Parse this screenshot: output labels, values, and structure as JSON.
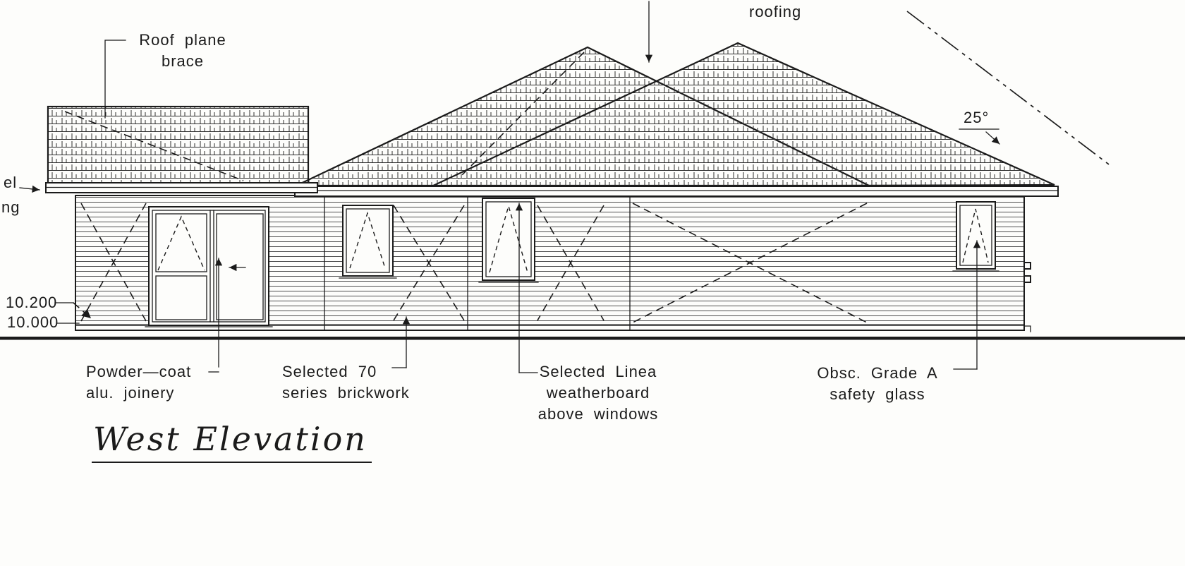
{
  "drawing": {
    "title": "West Elevation",
    "annotations": {
      "roof_plane_brace": "Roof plane\nbrace",
      "roofing": "roofing",
      "roof_pitch": "25°",
      "left_edge_fragment_top": "el",
      "left_edge_fragment_bottom": "ng",
      "level_upper": "10.200",
      "level_lower": "10.000",
      "joinery": "Powder—coat\nalu. joinery",
      "brickwork": "Selected 70\nseries brickwork",
      "weatherboard": "Selected Linea\nweatherboard\nabove windows",
      "safety_glass": "Obsc. Grade A\nsafety glass"
    },
    "colors": {
      "ink": "#1b1b1b",
      "paper": "#fdfdfb"
    }
  }
}
